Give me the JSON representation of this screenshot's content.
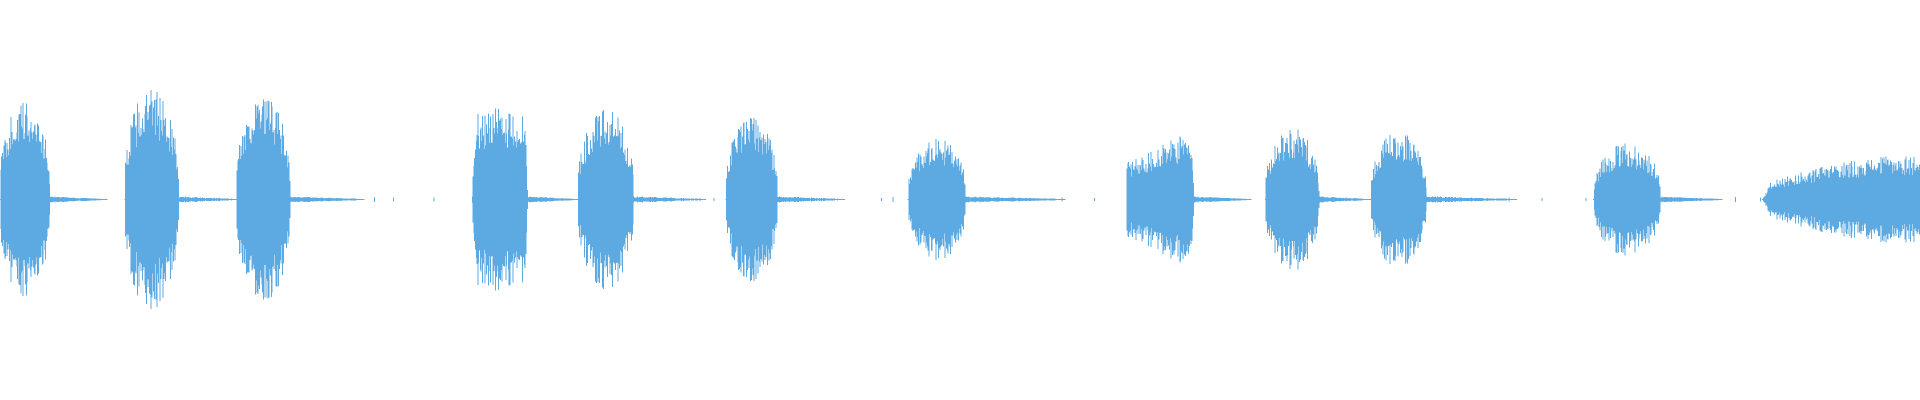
{
  "waveform": {
    "color": "#5DA9E1",
    "background": "#FFFFFF",
    "segments": [
      {
        "start": 0.0,
        "end": 0.026,
        "amplitude": 0.49,
        "shape": "dome"
      },
      {
        "start": 0.065,
        "end": 0.093,
        "amplitude": 0.55,
        "shape": "dome"
      },
      {
        "start": 0.123,
        "end": 0.151,
        "amplitude": 0.52,
        "shape": "dome"
      },
      {
        "start": 0.246,
        "end": 0.275,
        "amplitude": 0.46,
        "shape": "flat"
      },
      {
        "start": 0.301,
        "end": 0.33,
        "amplitude": 0.45,
        "shape": "dome"
      },
      {
        "start": 0.378,
        "end": 0.405,
        "amplitude": 0.42,
        "shape": "dome"
      },
      {
        "start": 0.473,
        "end": 0.503,
        "amplitude": 0.31,
        "shape": "dome"
      },
      {
        "start": 0.587,
        "end": 0.622,
        "amplitude": 0.35,
        "shape": "rising"
      },
      {
        "start": 0.659,
        "end": 0.687,
        "amplitude": 0.36,
        "shape": "dome"
      },
      {
        "start": 0.714,
        "end": 0.743,
        "amplitude": 0.34,
        "shape": "dome"
      },
      {
        "start": 0.83,
        "end": 0.865,
        "amplitude": 0.28,
        "shape": "dome"
      },
      {
        "start": 0.918,
        "end": 1.0,
        "amplitude": 0.22,
        "shape": "ramp"
      }
    ],
    "tails": [
      {
        "start": 0.026,
        "end": 0.056
      },
      {
        "start": 0.093,
        "end": 0.123
      },
      {
        "start": 0.151,
        "end": 0.19
      },
      {
        "start": 0.275,
        "end": 0.301
      },
      {
        "start": 0.33,
        "end": 0.368
      },
      {
        "start": 0.405,
        "end": 0.44
      },
      {
        "start": 0.503,
        "end": 0.555
      },
      {
        "start": 0.622,
        "end": 0.652
      },
      {
        "start": 0.687,
        "end": 0.714
      },
      {
        "start": 0.743,
        "end": 0.79
      },
      {
        "start": 0.865,
        "end": 0.897
      }
    ],
    "specks": [
      0.195,
      0.205,
      0.226,
      0.372,
      0.459,
      0.465,
      0.536,
      0.553,
      0.57,
      0.786,
      0.803,
      0.826,
      0.904,
      0.917
    ]
  }
}
